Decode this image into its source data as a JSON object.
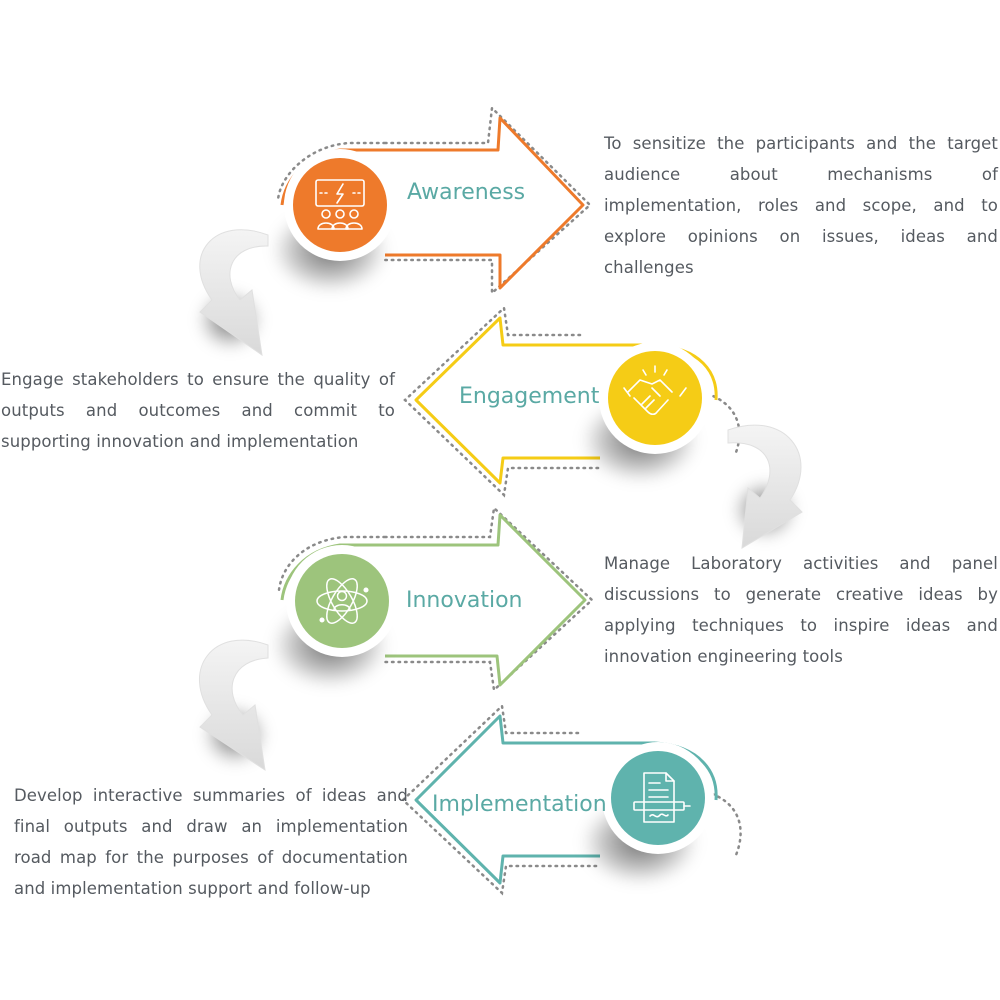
{
  "steps": [
    {
      "label": "Awareness",
      "icon": "presentation-audience-icon",
      "color": "#ee7a2b",
      "description": "To sensitize the participants and the target audience about mechanisms of implementation, roles and scope, and to explore opinions on issues, ideas and challenges"
    },
    {
      "label": "Engagement",
      "icon": "handshake-icon",
      "color": "#f5cc16",
      "description": "Engage stakeholders to ensure the quality of outputs and outcomes and commit to supporting innovation and implementation"
    },
    {
      "label": "Innovation",
      "icon": "atom-person-icon",
      "color": "#9dc47c",
      "description": "Manage Laboratory activities and panel discussions to generate creative ideas by applying techniques to inspire ideas and innovation engineering tools"
    },
    {
      "label": "Implementation",
      "icon": "document-signature-icon",
      "color": "#5fb3ad",
      "description": "Develop interactive summaries of ideas and final outputs and draw an implementation road map for the purposes of documentation and implementation support and follow-up"
    }
  ],
  "label_color": "#5aa9a4"
}
